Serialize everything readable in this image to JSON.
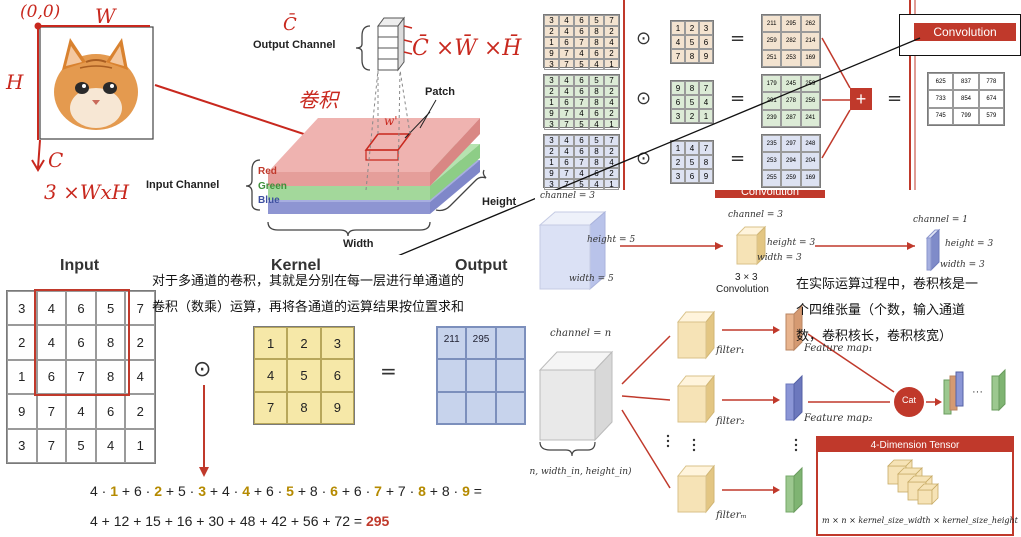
{
  "top_left": {
    "origin": "(0,0)",
    "w": "W",
    "h": "H",
    "c": "C",
    "shape": "3 ×WxH",
    "c_bar": "C̄",
    "output_channel": "Output Channel",
    "output_formula": "C̄ ×W̄ ×H̄",
    "juanji": "卷积",
    "patch": "Patch",
    "input_channel": "Input Channel",
    "red": "Red",
    "green": "Green",
    "blue": "Blue",
    "height": "Height",
    "width": "Width",
    "w_prime": "w'"
  },
  "top_right": {
    "conv_label": "Convolution",
    "inputs": [
      [
        [
          "3",
          "4",
          "6",
          "5",
          "7"
        ],
        [
          "2",
          "4",
          "6",
          "8",
          "2"
        ],
        [
          "1",
          "6",
          "7",
          "8",
          "4"
        ],
        [
          "9",
          "7",
          "4",
          "6",
          "2"
        ],
        [
          "3",
          "7",
          "5",
          "4",
          "1"
        ]
      ],
      [
        [
          "3",
          "4",
          "6",
          "5",
          "7"
        ],
        [
          "2",
          "4",
          "6",
          "8",
          "2"
        ],
        [
          "1",
          "6",
          "7",
          "8",
          "4"
        ],
        [
          "9",
          "7",
          "4",
          "6",
          "2"
        ],
        [
          "3",
          "7",
          "5",
          "4",
          "1"
        ]
      ],
      [
        [
          "3",
          "4",
          "6",
          "5",
          "7"
        ],
        [
          "2",
          "4",
          "6",
          "8",
          "2"
        ],
        [
          "1",
          "6",
          "7",
          "8",
          "4"
        ],
        [
          "9",
          "7",
          "4",
          "6",
          "2"
        ],
        [
          "3",
          "7",
          "5",
          "4",
          "1"
        ]
      ]
    ],
    "kernels": [
      [
        [
          "1",
          "2",
          "3"
        ],
        [
          "4",
          "5",
          "6"
        ],
        [
          "7",
          "8",
          "9"
        ]
      ],
      [
        [
          "9",
          "8",
          "7"
        ],
        [
          "6",
          "5",
          "4"
        ],
        [
          "3",
          "2",
          "1"
        ]
      ],
      [
        [
          "1",
          "4",
          "7"
        ],
        [
          "2",
          "5",
          "8"
        ],
        [
          "3",
          "6",
          "9"
        ]
      ]
    ],
    "outputs": [
      [
        [
          "211",
          "295",
          "262"
        ],
        [
          "259",
          "282",
          "214"
        ],
        [
          "251",
          "253",
          "169"
        ]
      ],
      [
        [
          "179",
          "245",
          "259"
        ],
        [
          "201",
          "278",
          "256"
        ],
        [
          "239",
          "287",
          "241"
        ]
      ],
      [
        [
          "235",
          "297",
          "248"
        ],
        [
          "253",
          "294",
          "204"
        ],
        [
          "255",
          "259",
          "169"
        ]
      ]
    ],
    "final": [
      [
        "625",
        "837",
        "778"
      ],
      [
        "733",
        "854",
        "674"
      ],
      [
        "745",
        "799",
        "579"
      ]
    ],
    "plus": "+",
    "eq": "="
  },
  "mid_right": {
    "conv_header": "Convolution",
    "channel_3": "channel = 3",
    "height_5": "height = 5",
    "width_5": "width = 5",
    "channel_3b": "channel = 3",
    "height_3": "height = 3",
    "width_3": "width = 3",
    "conv_3x3": "3 × 3",
    "conv_word": "Convolution",
    "channel_1": "channel = 1",
    "height_3b": "height = 3",
    "width_3b": "width = 3"
  },
  "bottom_left": {
    "input_title": "Input",
    "kernel_title": "Kernel",
    "output_title": "Output",
    "input": [
      [
        "3",
        "4",
        "6",
        "5",
        "7"
      ],
      [
        "2",
        "4",
        "6",
        "8",
        "2"
      ],
      [
        "1",
        "6",
        "7",
        "8",
        "4"
      ],
      [
        "9",
        "7",
        "4",
        "6",
        "2"
      ],
      [
        "3",
        "7",
        "5",
        "4",
        "1"
      ]
    ],
    "kernel": [
      [
        "1",
        "2",
        "3"
      ],
      [
        "4",
        "5",
        "6"
      ],
      [
        "7",
        "8",
        "9"
      ]
    ],
    "output_row": [
      "211",
      "295"
    ],
    "odot": "⊙",
    "eq": "=",
    "eq1_parts": [
      "4 · ",
      "1",
      " + 6 · ",
      "2",
      " + 5 · ",
      "3",
      " + 4 · ",
      "4",
      " + 6 · ",
      "5",
      " + 8 · ",
      "6",
      " + 6 · ",
      "7",
      " + 7 · ",
      "8",
      " + 8 · ",
      "9",
      " ="
    ],
    "eq2_text": "4 + 12 + 15 + 16 + 30 + 48 + 42 + 56 + 72 = ",
    "eq2_result": "295"
  },
  "annotations": {
    "note1_line1": "对于多通道的卷积，其就是分别在每一层进行单通道的",
    "note1_line2": "卷积（数乘）运算，再将各通道的运算结果按位置求和",
    "note2_line1": "在实际运算过程中，卷积核是一",
    "note2_line2": "个四维张量（个数，输入通道",
    "note2_line3": "数，卷积核长，卷积核宽）"
  },
  "bottom_right": {
    "channel_n": "channel = n",
    "input_shape": "(n, width_in, height_in)",
    "filter1": "filter₁",
    "filter2": "filter₂",
    "filterm": "filterₘ",
    "fmap1": "Feature map₁",
    "fmap2": "Feature map₂",
    "cat": "Cat",
    "dots": "···",
    "tensor_title": "4-Dimension Tensor",
    "tensor_formula": "m × n × kernel_size_width × kernel_size_height"
  }
}
